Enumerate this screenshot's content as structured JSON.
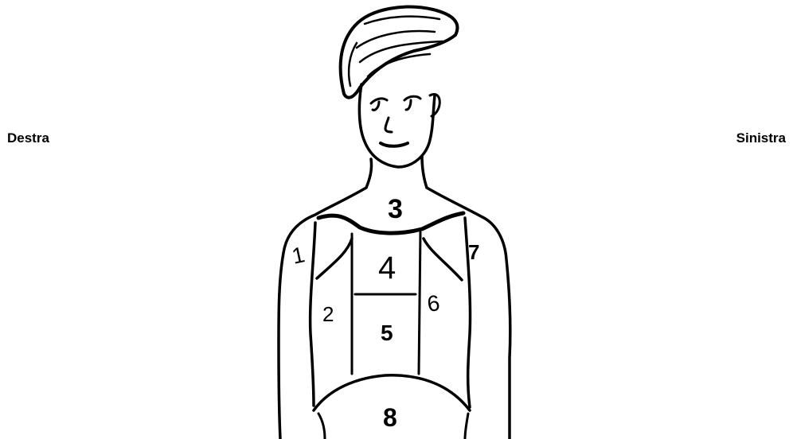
{
  "labels": {
    "right": "Destra",
    "left": "Sinistra"
  },
  "zones": [
    {
      "id": "1",
      "text": "1"
    },
    {
      "id": "2",
      "text": "2"
    },
    {
      "id": "3",
      "text": "3"
    },
    {
      "id": "4",
      "text": "4"
    },
    {
      "id": "5",
      "text": "5"
    },
    {
      "id": "6",
      "text": "6"
    },
    {
      "id": "7",
      "text": "7"
    },
    {
      "id": "8",
      "text": "8"
    }
  ]
}
